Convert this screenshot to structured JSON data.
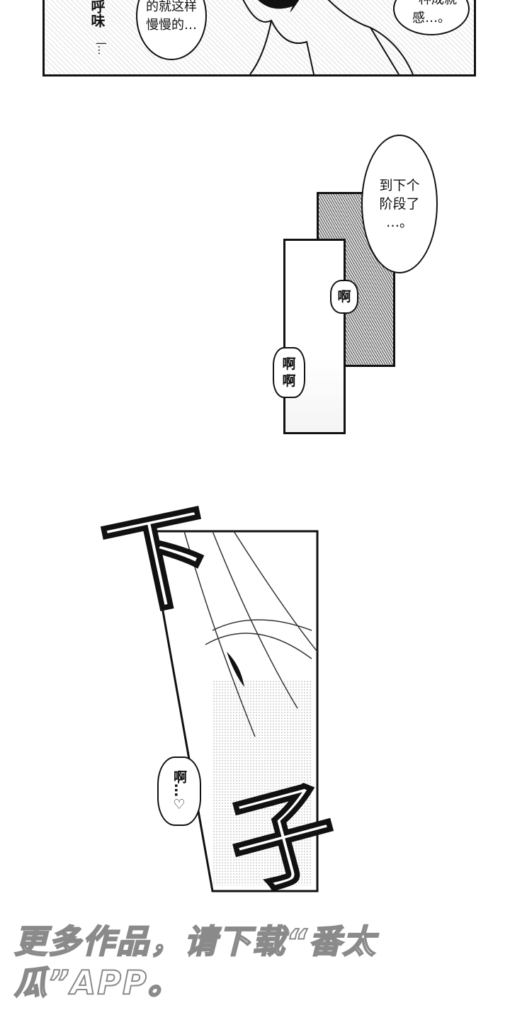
{
  "panel1": {
    "left_sfx": "呼味",
    "left_sfx_dots": "|…",
    "bubble_left": "的就这样\n慢慢的…",
    "bubble_right": "一种成就\n感…。"
  },
  "panel2": {
    "bubble": "到下个\n阶段了\n…。",
    "moan1": "啊",
    "moan2": "啊\n啊"
  },
  "watermark": "更多作品，请下载“番太瓜”APP。",
  "panel4": {
    "sfx_top": "下",
    "sfx_bottom": "子",
    "moan": "啊…♡"
  }
}
